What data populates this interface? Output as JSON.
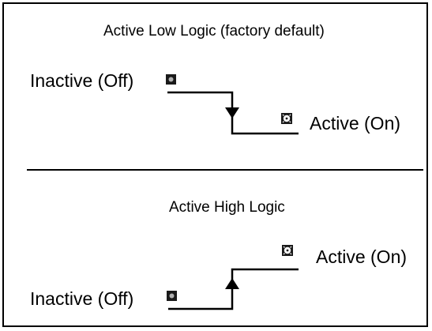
{
  "sections": [
    {
      "title": "Active Low Logic (factory default)",
      "inactive_label": "Inactive (Off)",
      "active_label": "Active (On)",
      "transition": "falling"
    },
    {
      "title": "Active High Logic",
      "inactive_label": "Inactive (Off)",
      "active_label": "Active (On)",
      "transition": "rising"
    }
  ],
  "icons": {
    "inactive": "led-off-icon",
    "active": "led-on-icon"
  },
  "colors": {
    "line": "#000000",
    "led_fill": "#1a1a1a",
    "led_off_center": "#b0b0b0",
    "led_on_center": "#ffffff"
  }
}
